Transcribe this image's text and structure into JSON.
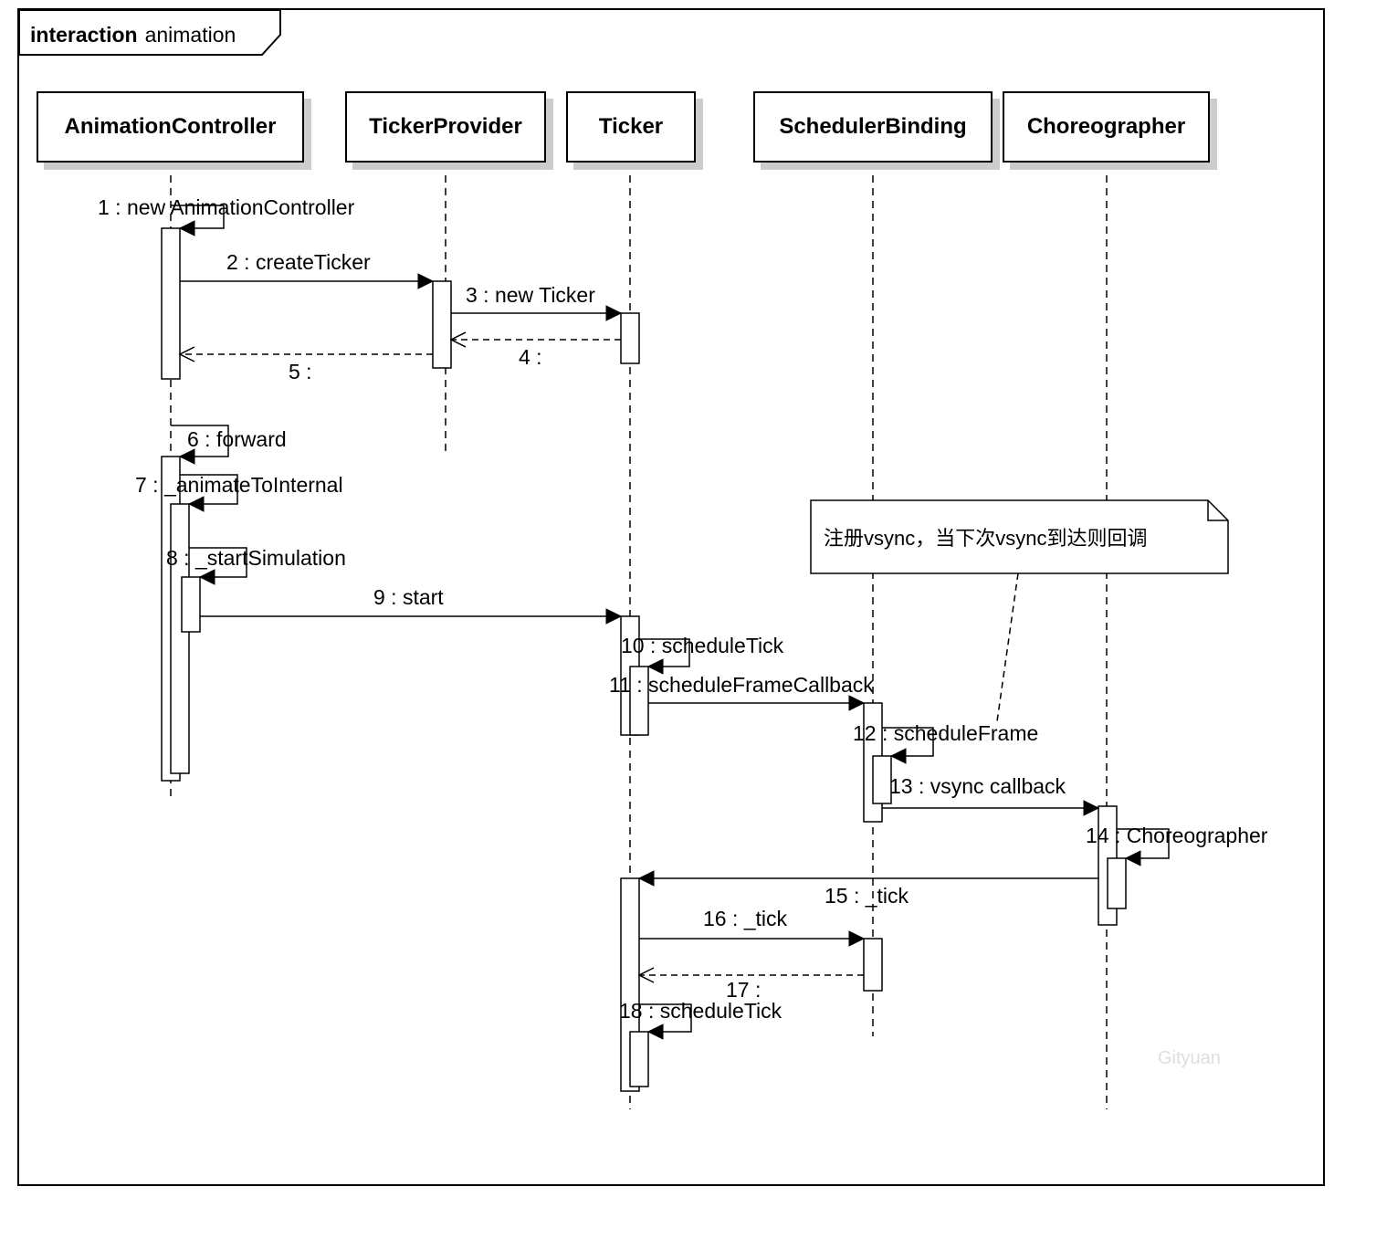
{
  "frame": {
    "keyword": "interaction",
    "name": "animation"
  },
  "lifelines": [
    {
      "name": "AnimationController"
    },
    {
      "name": "TickerProvider"
    },
    {
      "name": "Ticker"
    },
    {
      "name": "SchedulerBinding"
    },
    {
      "name": "Choreographer"
    }
  ],
  "messages": [
    {
      "num": 1,
      "label": "1 : new AnimationController",
      "from": "AnimationController",
      "to": "AnimationController",
      "kind": "self-call"
    },
    {
      "num": 2,
      "label": "2 : createTicker",
      "from": "AnimationController",
      "to": "TickerProvider",
      "kind": "call"
    },
    {
      "num": 3,
      "label": "3 : new Ticker",
      "from": "TickerProvider",
      "to": "Ticker",
      "kind": "call"
    },
    {
      "num": 4,
      "label": "4 :",
      "from": "Ticker",
      "to": "TickerProvider",
      "kind": "return"
    },
    {
      "num": 5,
      "label": "5 :",
      "from": "TickerProvider",
      "to": "AnimationController",
      "kind": "return"
    },
    {
      "num": 6,
      "label": "6 : forward",
      "from": "AnimationController",
      "to": "AnimationController",
      "kind": "self-call"
    },
    {
      "num": 7,
      "label": "7 : _animateToInternal",
      "from": "AnimationController",
      "to": "AnimationController",
      "kind": "self-call"
    },
    {
      "num": 8,
      "label": "8 : _startSimulation",
      "from": "AnimationController",
      "to": "AnimationController",
      "kind": "self-call"
    },
    {
      "num": 9,
      "label": "9 : start",
      "from": "AnimationController",
      "to": "Ticker",
      "kind": "call"
    },
    {
      "num": 10,
      "label": "10 : scheduleTick",
      "from": "Ticker",
      "to": "Ticker",
      "kind": "self-call"
    },
    {
      "num": 11,
      "label": "11 : scheduleFrameCallback",
      "from": "Ticker",
      "to": "SchedulerBinding",
      "kind": "call"
    },
    {
      "num": 12,
      "label": "12 : scheduleFrame",
      "from": "SchedulerBinding",
      "to": "SchedulerBinding",
      "kind": "self-call"
    },
    {
      "num": 13,
      "label": "13 : vsync callback",
      "from": "SchedulerBinding",
      "to": "Choreographer",
      "kind": "call"
    },
    {
      "num": 14,
      "label": "14 : Choreographer",
      "from": "Choreographer",
      "to": "Choreographer",
      "kind": "self-call"
    },
    {
      "num": 15,
      "label": "15 : _tick",
      "from": "Choreographer",
      "to": "Ticker",
      "kind": "call"
    },
    {
      "num": 16,
      "label": "16 : _tick",
      "from": "Ticker",
      "to": "SchedulerBinding",
      "kind": "call"
    },
    {
      "num": 17,
      "label": "17 :",
      "from": "SchedulerBinding",
      "to": "Ticker",
      "kind": "return"
    },
    {
      "num": 18,
      "label": "18 : scheduleTick",
      "from": "Ticker",
      "to": "Ticker",
      "kind": "self-call"
    }
  ],
  "note": {
    "text": "注册vsync，当下次vsync到达则回调"
  },
  "watermark": "Gityuan",
  "colors": {
    "line": "#000000",
    "fill": "#ffffff",
    "shadow": "#cccccc",
    "watermark": "#dedede"
  }
}
